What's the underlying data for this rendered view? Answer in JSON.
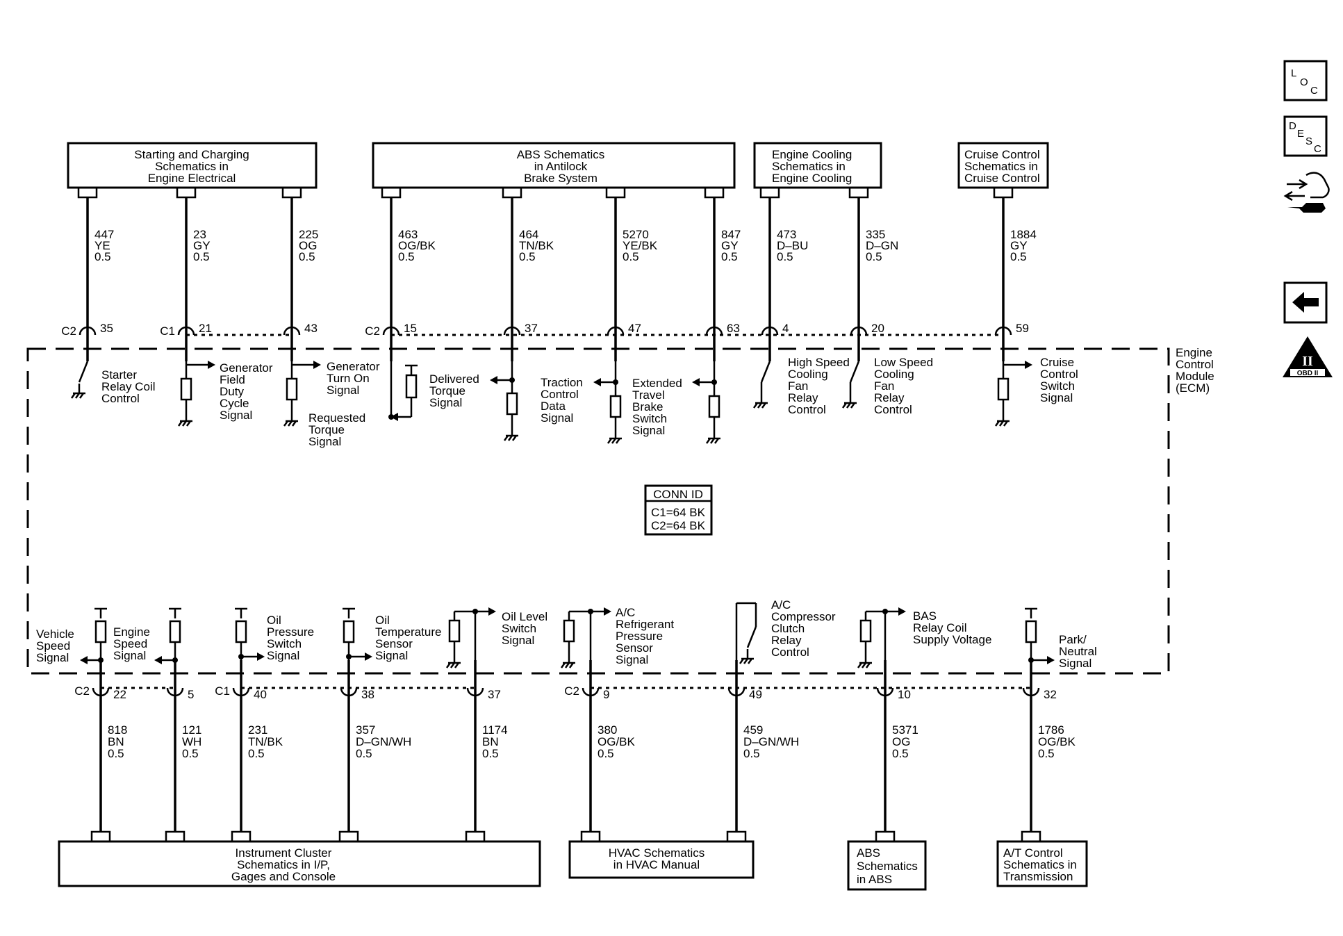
{
  "top_modules": [
    {
      "lines": [
        "Starting and Charging",
        "Schematics in",
        "Engine Electrical"
      ]
    },
    {
      "lines": [
        "ABS Schematics",
        "in Antilock",
        "Brake System"
      ]
    },
    {
      "lines": [
        "Engine Cooling",
        "Schematics in",
        "Engine Cooling"
      ]
    },
    {
      "lines": [
        "Cruise Control",
        "Schematics in",
        "Cruise Control"
      ]
    }
  ],
  "bottom_modules": [
    {
      "lines": [
        "Instrument Cluster",
        "Schematics in I/P,",
        "Gages and Console"
      ]
    },
    {
      "lines": [
        "HVAC Schematics",
        "in HVAC Manual"
      ]
    },
    {
      "lines": [
        "ABS",
        "Schematics",
        "in ABS"
      ]
    },
    {
      "lines": [
        "A/T Control",
        "Schematics in",
        "Transmission"
      ]
    }
  ],
  "top_circuits": [
    {
      "circuit": "447",
      "color": "YE",
      "gauge": "0.5",
      "connector": "C2",
      "pin": "35",
      "signal": [
        "Starter",
        "Relay Coil",
        "Control"
      ]
    },
    {
      "circuit": "23",
      "color": "GY",
      "gauge": "0.5",
      "connector": "C1",
      "pin": "21",
      "signal": [
        "Generator",
        "Field",
        "Duty",
        "Cycle",
        "Signal"
      ]
    },
    {
      "circuit": "225",
      "color": "OG",
      "gauge": "0.5",
      "connector": "",
      "pin": "43",
      "signal": [
        "Generator",
        "Turn On",
        "Signal"
      ]
    },
    {
      "circuit": "463",
      "color": "OG/BK",
      "gauge": "0.5",
      "connector": "C2",
      "pin": "15",
      "signal": [
        "Requested",
        "Torque",
        "Signal"
      ]
    },
    {
      "circuit": "464",
      "color": "TN/BK",
      "gauge": "0.5",
      "connector": "",
      "pin": "37",
      "signal": [
        "Delivered",
        "Torque",
        "Signal"
      ]
    },
    {
      "circuit": "5270",
      "color": "YE/BK",
      "gauge": "0.5",
      "connector": "",
      "pin": "47",
      "signal": [
        "Traction",
        "Control",
        "Data",
        "Signal"
      ]
    },
    {
      "circuit": "847",
      "color": "GY",
      "gauge": "0.5",
      "connector": "",
      "pin": "63",
      "signal": [
        "Extended",
        "Travel",
        "Brake",
        "Switch",
        "Signal"
      ]
    },
    {
      "circuit": "473",
      "color": "D–BU",
      "gauge": "0.5",
      "connector": "",
      "pin": "4",
      "signal": [
        "High Speed",
        "Cooling",
        "Fan",
        "Relay",
        "Control"
      ]
    },
    {
      "circuit": "335",
      "color": "D–GN",
      "gauge": "0.5",
      "connector": "",
      "pin": "20",
      "signal": [
        "Low Speed",
        "Cooling",
        "Fan",
        "Relay",
        "Control"
      ]
    },
    {
      "circuit": "1884",
      "color": "GY",
      "gauge": "0.5",
      "connector": "",
      "pin": "59",
      "signal": [
        "Cruise",
        "Control",
        "Switch",
        "Signal"
      ]
    }
  ],
  "bottom_circuits": [
    {
      "circuit": "818",
      "color": "BN",
      "gauge": "0.5",
      "connector": "C2",
      "pin": "22",
      "signal": [
        "Vehicle",
        "Speed",
        "Signal"
      ]
    },
    {
      "circuit": "121",
      "color": "WH",
      "gauge": "0.5",
      "connector": "",
      "pin": "5",
      "signal": [
        "Engine",
        "Speed",
        "Signal"
      ]
    },
    {
      "circuit": "231",
      "color": "TN/BK",
      "gauge": "0.5",
      "connector": "C1",
      "pin": "40",
      "signal": [
        "Oil",
        "Pressure",
        "Switch",
        "Signal"
      ]
    },
    {
      "circuit": "357",
      "color": "D–GN/WH",
      "gauge": "0.5",
      "connector": "",
      "pin": "38",
      "signal": [
        "Oil",
        "Temperature",
        "Sensor",
        "Signal"
      ]
    },
    {
      "circuit": "1174",
      "color": "BN",
      "gauge": "0.5",
      "connector": "",
      "pin": "37",
      "signal": [
        "Oil Level",
        "Switch",
        "Signal"
      ]
    },
    {
      "circuit": "380",
      "color": "OG/BK",
      "gauge": "0.5",
      "connector": "C2",
      "pin": "9",
      "signal": [
        "A/C",
        "Refrigerant",
        "Pressure",
        "Sensor",
        "Signal"
      ]
    },
    {
      "circuit": "459",
      "color": "D–GN/WH",
      "gauge": "0.5",
      "connector": "",
      "pin": "49",
      "signal": [
        "A/C",
        "Compressor",
        "Clutch",
        "Relay",
        "Control"
      ]
    },
    {
      "circuit": "5371",
      "color": "OG",
      "gauge": "0.5",
      "connector": "",
      "pin": "10",
      "signal": [
        "BAS",
        "Relay Coil",
        "Supply Voltage"
      ]
    },
    {
      "circuit": "1786",
      "color": "OG/BK",
      "gauge": "0.5",
      "connector": "",
      "pin": "32",
      "signal": [
        "Park/",
        "Neutral",
        "Signal"
      ]
    }
  ],
  "ecm_label": [
    "Engine",
    "Control",
    "Module",
    "(ECM)"
  ],
  "conn_id": {
    "title": "CONN ID",
    "c1": "C1=64 BK",
    "c2": "C2=64 BK"
  },
  "side_icons": {
    "loc": {
      "l": "L",
      "o": "O",
      "c": "C"
    },
    "desc": {
      "d": "D",
      "e": "E",
      "s": "S",
      "c": "C"
    },
    "obd": {
      "roman": "II",
      "text": "OBD II"
    }
  }
}
